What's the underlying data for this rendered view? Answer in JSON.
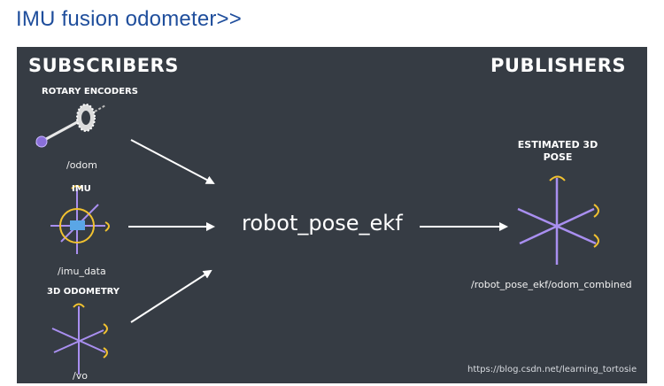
{
  "header": {
    "title": "IMU fusion odometer>>"
  },
  "diagram": {
    "subscribers_heading": "SUBSCRIBERS",
    "publishers_heading": "PUBLISHERS",
    "inputs": [
      {
        "label": "ROTARY ENCODERS",
        "topic": "/odom"
      },
      {
        "label": "IMU",
        "topic": "/imu_data"
      },
      {
        "label": "3D ODOMETRY",
        "topic": "/vo"
      }
    ],
    "node": "robot_pose_ekf",
    "output": {
      "label_line1": "ESTIMATED 3D",
      "label_line2": "POSE",
      "topic": "/robot_pose_ekf/odom_combined"
    },
    "watermark": "https://blog.csdn.net/learning_tortosie",
    "colors": {
      "panel_bg": "#363c44",
      "axis_purple": "#a98ff0",
      "rotation_yellow": "#f2c230",
      "imu_blue": "#5aa6e6",
      "heading_blue": "#1f4e9c"
    }
  }
}
